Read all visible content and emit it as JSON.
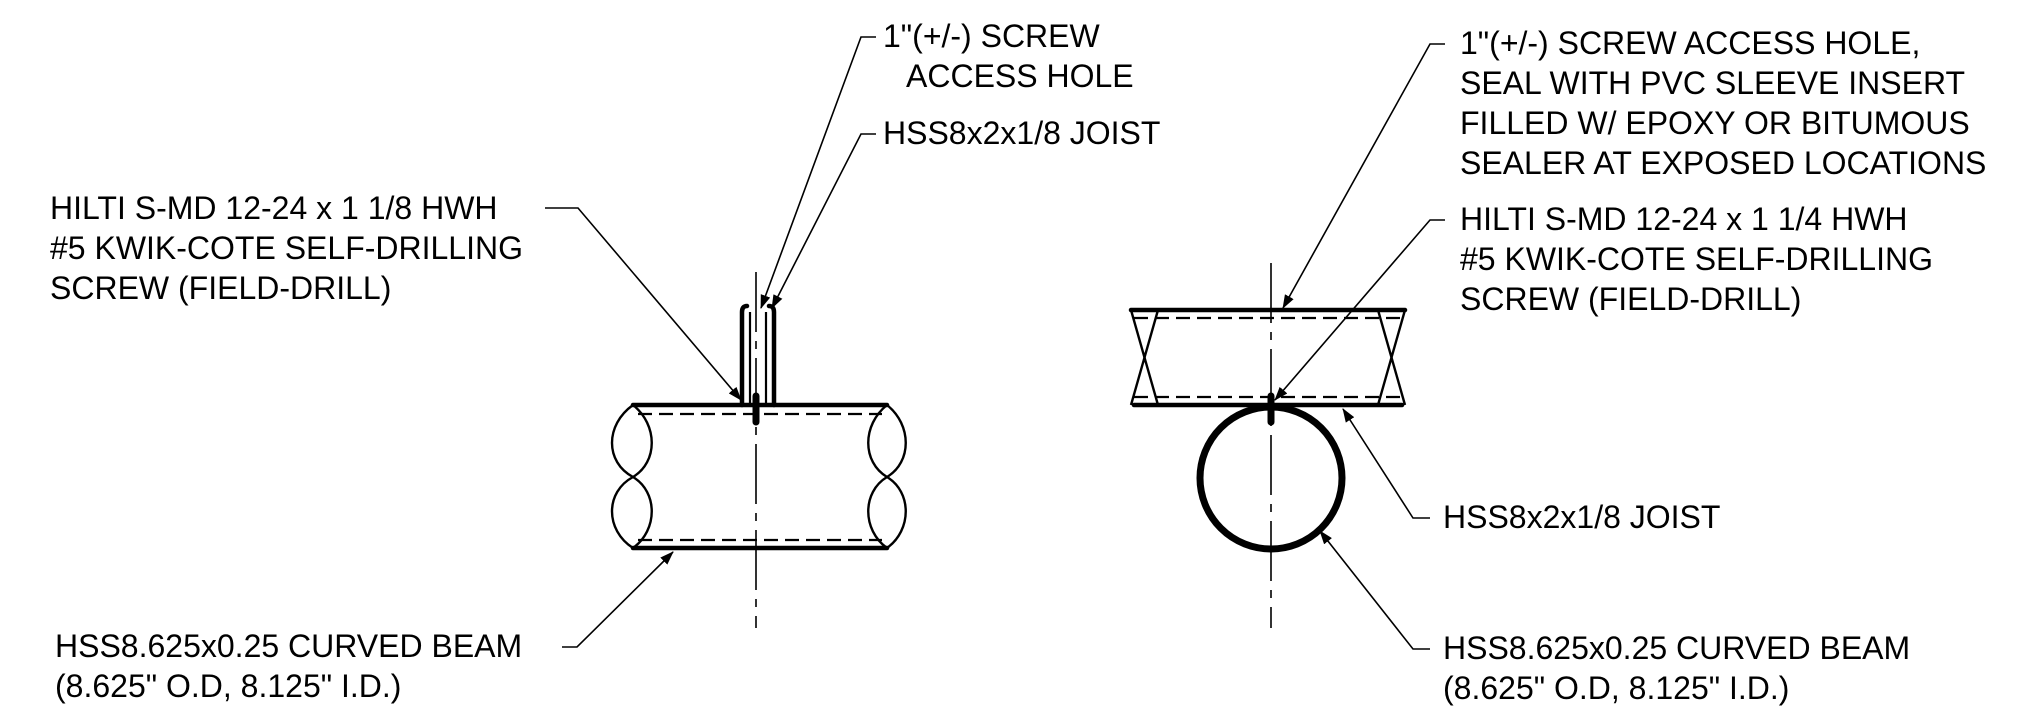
{
  "left_detail": {
    "screw_hole_note": [
      "1\"(+/-) SCREW",
      "ACCESS HOLE"
    ],
    "joist_note": [
      "HSS8x2x1/8 JOIST"
    ],
    "screw_note": [
      "HILTI S-MD 12-24  x 1 1/8 HWH",
      "#5 KWIK-COTE SELF-DRILLING",
      "SCREW (FIELD-DRILL)"
    ],
    "beam_note": [
      "HSS8.625x0.25 CURVED BEAM",
      "(8.625\" O.D, 8.125\" I.D.)"
    ]
  },
  "right_detail": {
    "screw_hole_note": [
      "1\"(+/-) SCREW  ACCESS HOLE,",
      "SEAL WITH PVC SLEEVE INSERT",
      "FILLED W/ EPOXY OR BITUMOUS",
      "SEALER AT EXPOSED LOCATIONS"
    ],
    "screw_note": [
      "HILTI S-MD 12-24  x 1 1/4 HWH",
      "#5 KWIK-COTE SELF-DRILLING",
      "SCREW (FIELD-DRILL)"
    ],
    "joist_note": [
      "HSS8x2x1/8 JOIST"
    ],
    "beam_note": [
      "HSS8.625x0.25 CURVED BEAM",
      "(8.625\" O.D, 8.125\" I.D.)"
    ]
  }
}
